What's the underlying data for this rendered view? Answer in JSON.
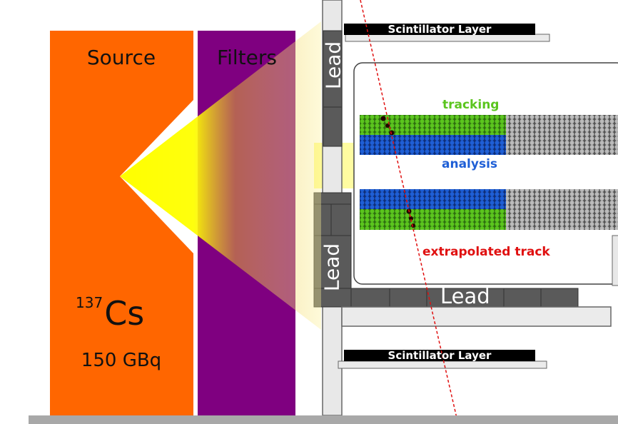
{
  "source": {
    "label": "Source",
    "color": "#ff6600"
  },
  "filters": {
    "label": "Filters",
    "color": "#7f0080"
  },
  "isotope": {
    "mass_number": "137",
    "symbol": "Cs",
    "activity": "150 GBq"
  },
  "scintillators": {
    "top": "Scintillator Layer",
    "bottom": "Scintillator Layer"
  },
  "lead": {
    "top_vertical": "Lead",
    "bottom_vertical": "Lead",
    "bottom_horizontal": "Lead",
    "color": "#5a5a5a"
  },
  "detector": {
    "tracking_label": "tracking",
    "analysis_label": "analysis",
    "track_label": "extrapolated track",
    "tracking_color": "#5bc51e",
    "analysis_color": "#1f5fd6",
    "inactive_color": "#bbbbbb",
    "track_color": "#e01010"
  }
}
